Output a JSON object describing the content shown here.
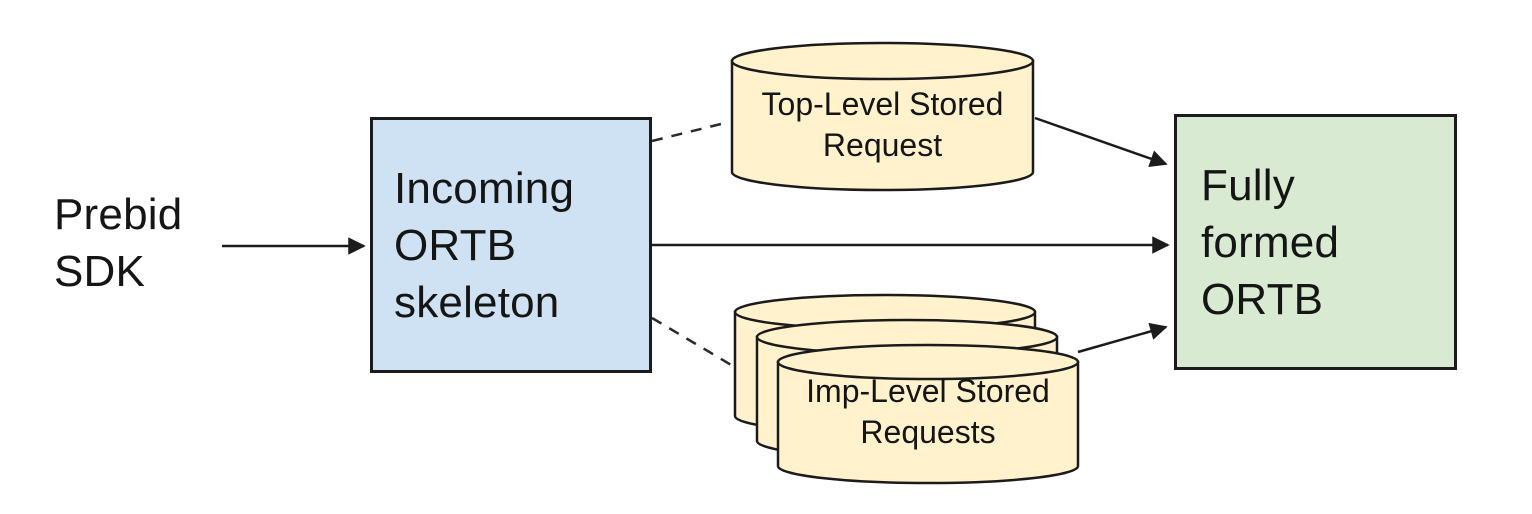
{
  "palette": {
    "background": "#ffffff",
    "stroke": "#1b1b1b",
    "text": "#151515",
    "blue_box_fill": "#cfe2f3",
    "green_box_fill": "#d9ead3",
    "cylinder_fill": "#fff2cc"
  },
  "nodes": [
    {
      "id": "prebid-sdk",
      "type": "text-label",
      "label": "Prebid\nSDK"
    },
    {
      "id": "incoming-ortb-skeleton",
      "type": "rect",
      "label": "Incoming\nORTB\nskeleton",
      "fill": "#cfe2f3"
    },
    {
      "id": "top-level-stored-request",
      "type": "cylinder",
      "label": "Top-Level Stored\nRequest",
      "fill": "#fff2cc"
    },
    {
      "id": "imp-level-stored-requests",
      "type": "cylinder-stack",
      "stack_count": 3,
      "label": "Imp-Level Stored\nRequests",
      "fill": "#fff2cc"
    },
    {
      "id": "fully-formed-ortb",
      "type": "rect",
      "label": "Fully\nformed\nORTB",
      "fill": "#d9ead3"
    }
  ],
  "edges": [
    {
      "from": "prebid-sdk",
      "to": "incoming-ortb-skeleton",
      "style": "solid",
      "arrowhead": true
    },
    {
      "from": "incoming-ortb-skeleton",
      "to": "top-level-stored-request",
      "style": "dashed",
      "arrowhead": false
    },
    {
      "from": "incoming-ortb-skeleton",
      "to": "fully-formed-ortb",
      "style": "solid",
      "arrowhead": true
    },
    {
      "from": "incoming-ortb-skeleton",
      "to": "imp-level-stored-requests",
      "style": "dashed",
      "arrowhead": false
    },
    {
      "from": "top-level-stored-request",
      "to": "fully-formed-ortb",
      "style": "solid",
      "arrowhead": true
    },
    {
      "from": "imp-level-stored-requests",
      "to": "fully-formed-ortb",
      "style": "solid",
      "arrowhead": true
    }
  ]
}
